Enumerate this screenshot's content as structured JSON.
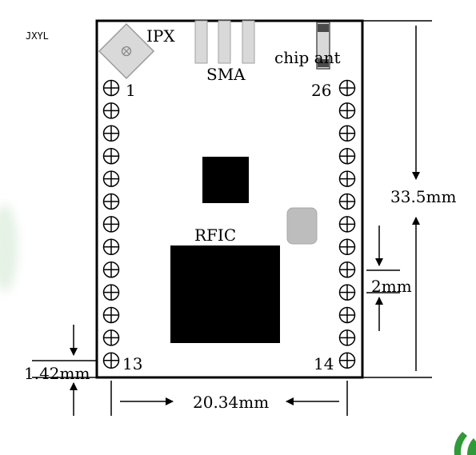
{
  "watermark": "JXYL",
  "module": {
    "ipx_label": "IPX",
    "sma_label": "SMA",
    "chip_ant_label": "chip ant",
    "rfic_label": "RFIC",
    "pins": {
      "top_left": "1",
      "top_right": "26",
      "bottom_left": "13",
      "bottom_right": "14"
    }
  },
  "dimensions": {
    "height": "33.5mm",
    "width": "20.34mm",
    "pitch": "2mm",
    "edge_offset": "1.42mm"
  },
  "colors": {
    "outline": "#000000",
    "chip": "#000000",
    "component_gray": "#bdbdbd",
    "connector_fill": "#d9d9d9"
  }
}
